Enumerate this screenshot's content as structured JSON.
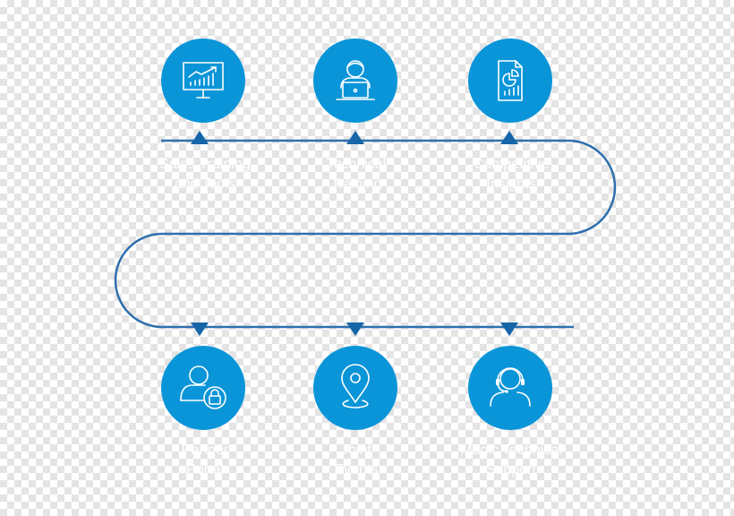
{
  "steps": [
    {
      "line1": "Sales Training",
      "line2": "and Tools",
      "icon": "presentation-chart-icon"
    },
    {
      "line1": "Technical",
      "line2": "Training",
      "icon": "person-laptop-icon"
    },
    {
      "line1": "Competitive",
      "line2": "Insights",
      "icon": "report-document-icon"
    },
    {
      "line1": "Partner",
      "line2": "Portal",
      "icon": "user-lock-icon"
    },
    {
      "line1": "Joint",
      "line2": "Events",
      "icon": "location-pin-icon"
    },
    {
      "line1": "Magic Technical",
      "line2": "Support",
      "icon": "headset-support-icon"
    }
  ],
  "colors": {
    "circle": "#0A95D9",
    "line": "#2E6FAE",
    "marker": "#1565A8",
    "label": "#FFFFFF"
  }
}
